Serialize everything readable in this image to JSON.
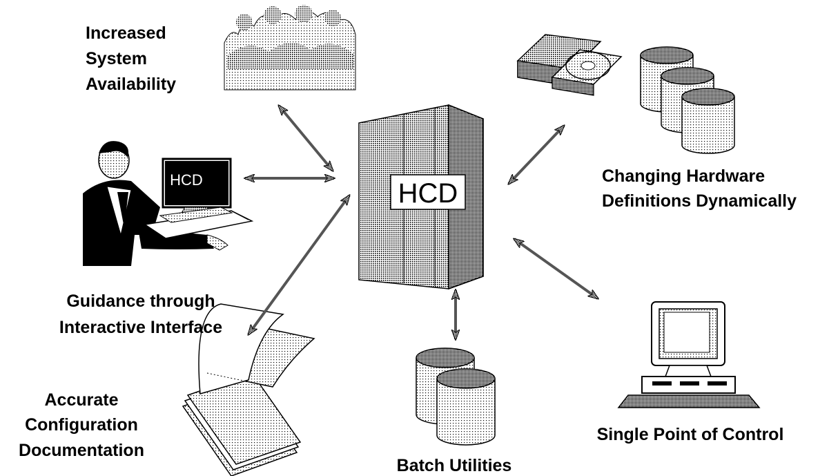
{
  "center": {
    "label": "HCD"
  },
  "monitor_screen_text": "HCD",
  "labels": {
    "system_availability": [
      "Increased",
      "System",
      "Availability"
    ],
    "changing_hardware": [
      "Changing Hardware",
      "Definitions Dynamically"
    ],
    "guidance": [
      "Guidance through",
      "Interactive Interface"
    ],
    "documentation": [
      "Accurate",
      "Configuration",
      "Documentation"
    ],
    "batch_utilities": "Batch Utilities",
    "single_point": "Single Point of Control"
  },
  "style": {
    "ink": "#000000",
    "background": "#ffffff"
  }
}
